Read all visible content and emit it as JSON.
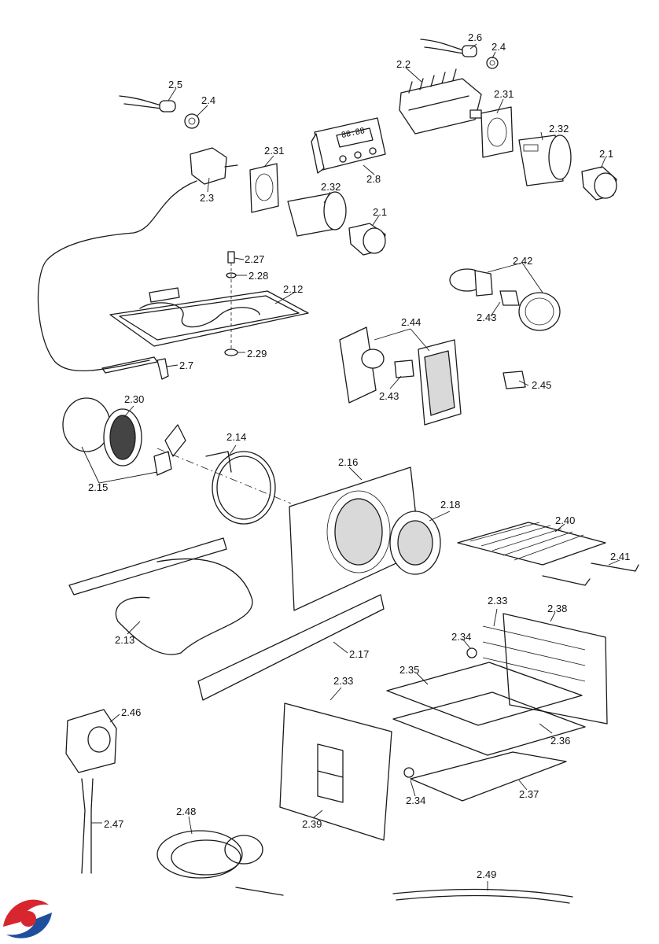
{
  "labels": {
    "l_2_6": "2.6",
    "l_2_4a": "2.4",
    "l_2_2": "2.2",
    "l_2_31a": "2.31",
    "l_2_32a": "2.32",
    "l_2_1a": "2.1",
    "l_2_5": "2.5",
    "l_2_4b": "2.4",
    "l_2_31b": "2.31",
    "l_2_3": "2.3",
    "l_2_8": "2.8",
    "l_2_32b": "2.32",
    "l_2_1b": "2.1",
    "l_2_27": "2.27",
    "l_2_28": "2.28",
    "l_2_12": "2.12",
    "l_2_29": "2.29",
    "l_2_7": "2.7",
    "l_2_42": "2.42",
    "l_2_43a": "2.43",
    "l_2_44": "2.44",
    "l_2_43b": "2.43",
    "l_2_45": "2.45",
    "l_2_30": "2.30",
    "l_2_14": "2.14",
    "l_2_15": "2.15",
    "l_2_16": "2.16",
    "l_2_18": "2.18",
    "l_2_40": "2.40",
    "l_2_41": "2.41",
    "l_2_13": "2.13",
    "l_2_17": "2.17",
    "l_2_33a": "2.33",
    "l_2_38": "2.38",
    "l_2_34a": "2.34",
    "l_2_35": "2.35",
    "l_2_33b": "2.33",
    "l_2_36": "2.36",
    "l_2_34b": "2.34",
    "l_2_37": "2.37",
    "l_2_39": "2.39",
    "l_2_46": "2.46",
    "l_2_47": "2.47",
    "l_2_48": "2.48",
    "l_2_49": "2.49"
  },
  "display_2_8": "88:88",
  "logo": {
    "colors": {
      "red": "#d7262e",
      "blue": "#1f4f9c"
    }
  }
}
